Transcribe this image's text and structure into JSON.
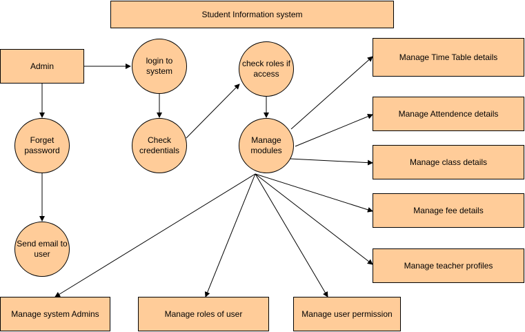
{
  "colors": {
    "fill": "#ffcc99",
    "stroke": "#000000",
    "background": "#ffffff"
  },
  "nodes": {
    "title": "Student Information system",
    "admin": "Admin",
    "login": "login to\nsystem",
    "check_roles": "check roles if\naccess",
    "forget_password": "Forget\npassword",
    "check_credentials": "Check\ncredentials",
    "manage_modules": "Manage\nmodules",
    "send_email": "Send email to\nuser",
    "time_table": "Manage Time Table details",
    "attendence": "Manage Attendence details",
    "class_details": "Manage class details",
    "fee_details": "Manage fee details",
    "teacher_profiles": "Manage teacher profiles",
    "system_admins": "Manage system Admins",
    "roles_of_user": "Manage roles of user",
    "user_permission": "Manage user permission"
  }
}
